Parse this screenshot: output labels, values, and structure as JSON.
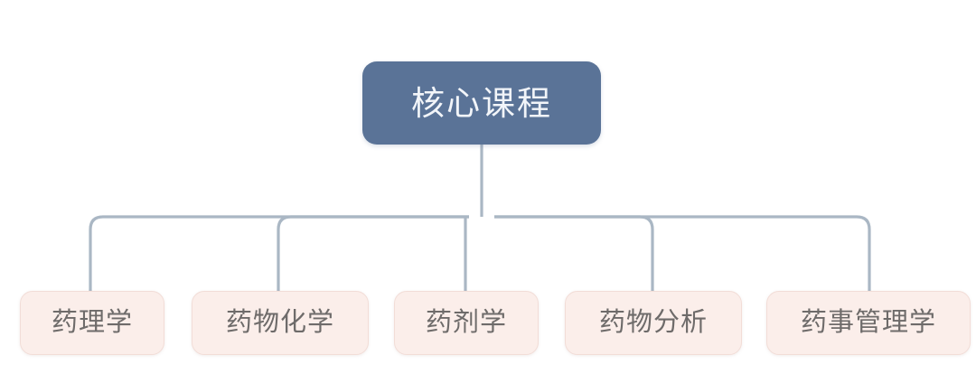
{
  "diagram": {
    "type": "org-tree",
    "orientation": "top-down",
    "background_color": "#ffffff",
    "connector_color": "#aab7c4",
    "root": {
      "label": "核心课程",
      "fill_color": "#5a7397",
      "text_color": "#f2f5f9"
    },
    "child_style": {
      "fill_color": "#fbeeea",
      "border_color": "#f2ddd7",
      "text_color": "#6e6b6a"
    },
    "children": [
      {
        "label": "药理学"
      },
      {
        "label": "药物化学"
      },
      {
        "label": "药剂学"
      },
      {
        "label": "药物分析"
      },
      {
        "label": "药事管理学"
      }
    ]
  }
}
